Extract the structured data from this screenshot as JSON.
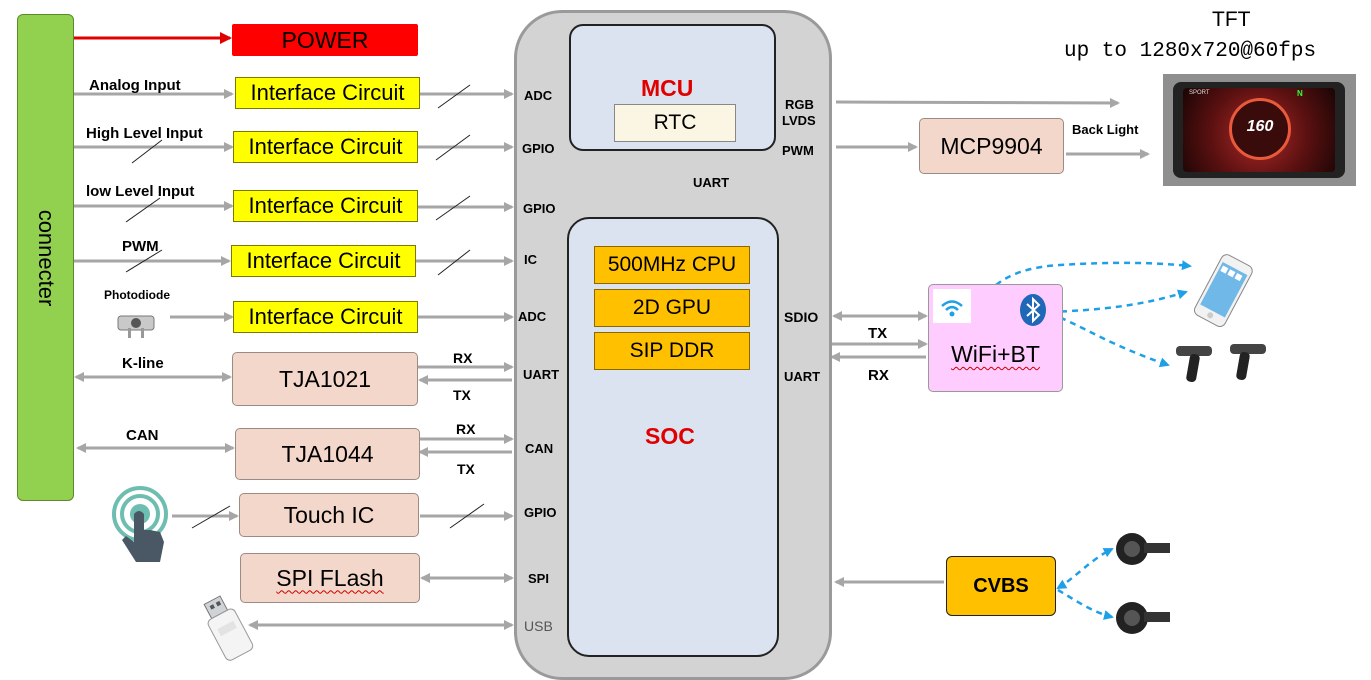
{
  "connector": {
    "label": "connecter"
  },
  "power": {
    "label": "POWER"
  },
  "inputs": [
    {
      "signal": "Analog Input",
      "block": "Interface Circuit",
      "pin": "ADC"
    },
    {
      "signal": "High Level Input",
      "block": "Interface Circuit",
      "pin": "GPIO"
    },
    {
      "signal": "low Level Input",
      "block": "Interface Circuit",
      "pin": "GPIO"
    },
    {
      "signal": "PWM",
      "block": "Interface Circuit",
      "pin": "IC"
    },
    {
      "signal": "Photodiode",
      "block": "Interface Circuit",
      "pin": "ADC"
    }
  ],
  "transceivers": [
    {
      "signal": "K-line",
      "block": "TJA1021",
      "rx": "RX",
      "tx": "TX",
      "pin": "UART"
    },
    {
      "signal": "CAN",
      "block": "TJA1044",
      "rx": "RX",
      "tx": "TX",
      "pin": "CAN"
    }
  ],
  "touch": {
    "block": "Touch IC",
    "pin": "GPIO"
  },
  "flash": {
    "block": "SPI FLash",
    "pin": "SPI"
  },
  "usb": {
    "pin": "USB"
  },
  "mcu": {
    "title": "MCU",
    "rtc": "RTC",
    "link": "UART"
  },
  "soc": {
    "title": "SOC",
    "cores": [
      "500MHz CPU",
      "2D GPU",
      "SIP DDR"
    ]
  },
  "right_pins": {
    "rgb": "RGB",
    "lvds": "LVDS",
    "pwm": "PWM",
    "sdio": "SDIO",
    "uart": "UART"
  },
  "tft": {
    "title": "TFT",
    "subtitle": "up to 1280x720@60fps",
    "speed": "160",
    "mode": "SPORT",
    "gear": "N"
  },
  "backlight": {
    "block": "MCP9904",
    "label": "Back Light"
  },
  "wifi": {
    "label": "WiFi+BT",
    "tx": "TX",
    "rx": "RX"
  },
  "cvbs": {
    "label": "CVBS"
  },
  "colors": {
    "connector": "#92d050",
    "interface": "#ffff00",
    "power": "#ff0000",
    "salmon": "#f4d7cb",
    "core": "#ffc000",
    "soc": "#dae3ef",
    "wifi": "#ffccff",
    "wireless": "#1ea0e6",
    "arrow": "#a6a6a6"
  }
}
